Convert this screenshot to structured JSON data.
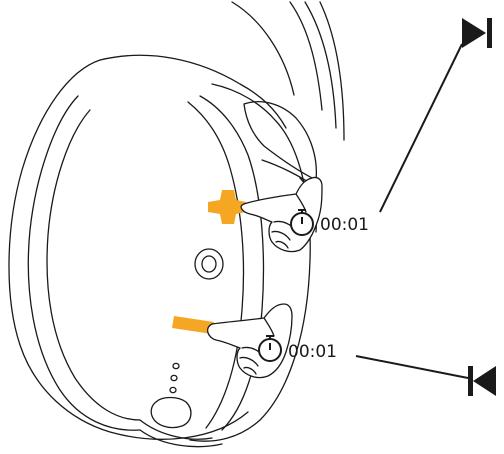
{
  "colors": {
    "line": "#1a1a1a",
    "accent": "#f5a623",
    "background": "#ffffff"
  },
  "instructions": [
    {
      "button": "volume-up-button",
      "button_icon": "plus-icon",
      "gesture": "press-hand-icon",
      "timer_icon": "stopwatch-icon",
      "duration": "00:01",
      "result_icon": "next-track-icon"
    },
    {
      "button": "volume-down-button",
      "button_icon": "minus-icon",
      "gesture": "press-hand-icon",
      "timer_icon": "stopwatch-icon",
      "duration": "00:01",
      "result_icon": "previous-track-icon"
    }
  ]
}
